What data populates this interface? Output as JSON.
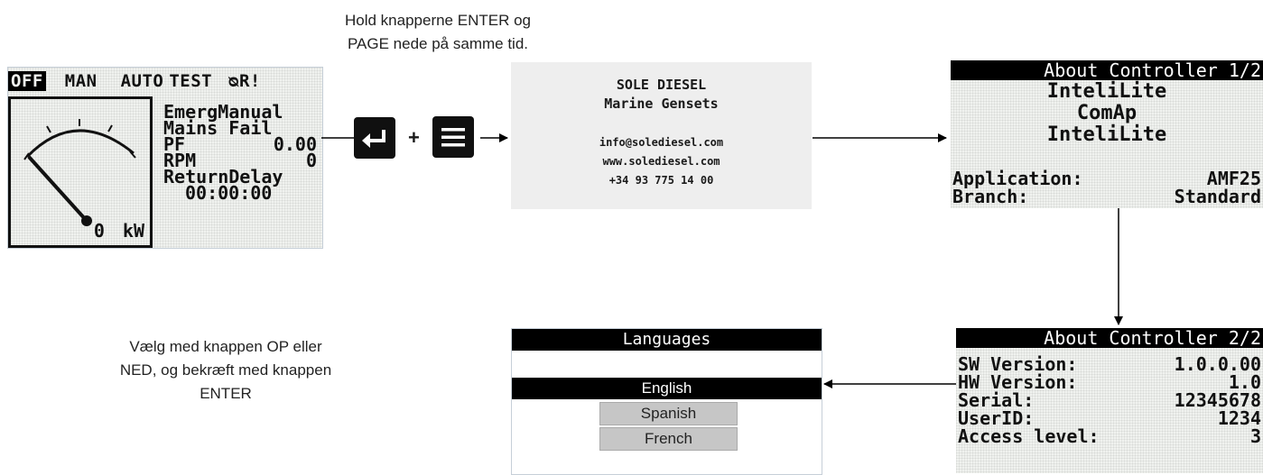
{
  "top_note": [
    "Hold knapperne ENTER og",
    "PAGE nede på samme tid."
  ],
  "bottom_note": [
    "Vælg med knappen OP eller",
    "NED, og bekræft med knappen",
    "ENTER"
  ],
  "main_screen": {
    "modes": [
      "OFF",
      "MAN",
      "AUTO",
      "TEST"
    ],
    "active_mode": "OFF",
    "status_icons": "ᴓR!",
    "power_value": "0",
    "power_unit": "kW",
    "lines": {
      "mode_line": "EmergManual",
      "state_line": "Mains Fail",
      "pf_label": "PF",
      "pf_value": "0.00",
      "rpm_label": "RPM",
      "rpm_value": "0",
      "timer_label": "ReturnDelay",
      "timer_value": "00:00:00"
    }
  },
  "plus_sign": "+",
  "info_box": {
    "company": "SOLE DIESEL",
    "subtitle": "Marine Gensets",
    "email": "info@solediesel.com",
    "web": "www.solediesel.com",
    "phone": "+34 93 775 14 00"
  },
  "about1": {
    "title": "About Controller 1/2",
    "product_line1": "InteliLite",
    "manufacturer": "ComAp",
    "product_line2": "InteliLite",
    "application_label": "Application:",
    "application_value": "AMF25",
    "branch_label": "Branch:",
    "branch_value": "Standard"
  },
  "about2": {
    "title": "About Controller 2/2",
    "rows": [
      {
        "label": "SW Version:",
        "value": "1.0.0.00"
      },
      {
        "label": "HW Version:",
        "value": "1.0"
      },
      {
        "label": "Serial:",
        "value": "12345678"
      },
      {
        "label": "UserID:",
        "value": "1234"
      },
      {
        "label": "Access level:",
        "value": "3"
      }
    ]
  },
  "languages": {
    "title": "Languages",
    "selected": "English",
    "options": [
      "Spanish",
      "French"
    ]
  },
  "colors": {
    "lcd_background": "#f0f2ef",
    "info_box_background": "#eeeeee",
    "button": "#101010",
    "arrow": "#000000"
  }
}
